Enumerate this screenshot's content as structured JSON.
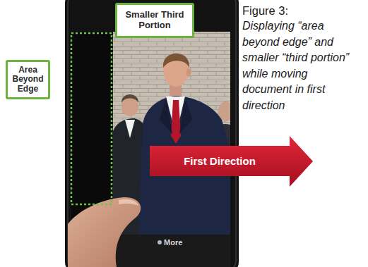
{
  "diagram": {
    "title": "Figure 3:",
    "caption": "Displaying “area beyond edge” and smaller “third portion” while moving document in first direction",
    "nodes": [
      {
        "text": [
          "Smaller Third Portion"
        ]
      },
      {
        "text": [
          "Area Beyond Edge"
        ]
      },
      {
        "text": [
          "First Direction"
        ]
      }
    ],
    "labels": [
      "More"
    ]
  }
}
